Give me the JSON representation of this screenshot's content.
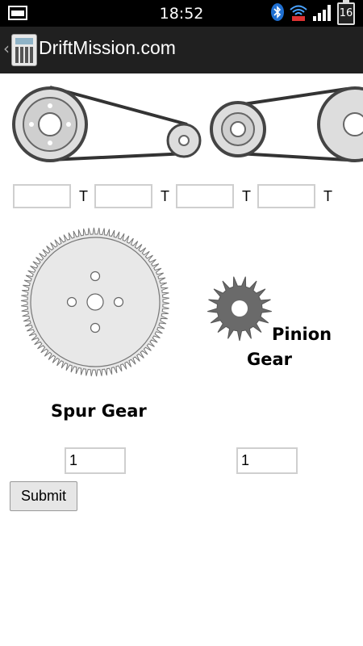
{
  "status_bar": {
    "time": "18:52",
    "battery": "16"
  },
  "action_bar": {
    "title": "DriftMission.com"
  },
  "teeth_inputs": [
    {
      "value": "",
      "unit": "T"
    },
    {
      "value": "",
      "unit": "T"
    },
    {
      "value": "",
      "unit": "T"
    },
    {
      "value": "",
      "unit": "T"
    }
  ],
  "gears": {
    "pinion_label_line1": "Pinion",
    "pinion_label_line2": "Gear",
    "spur_label": "Spur Gear",
    "spur_value": "1",
    "pinion_value": "1"
  },
  "submit_label": "Submit"
}
